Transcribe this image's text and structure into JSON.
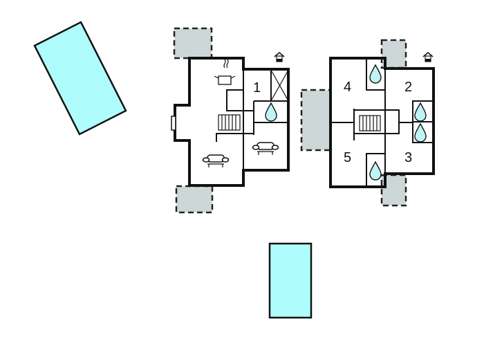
{
  "diagram": {
    "type": "floor-plan",
    "colors": {
      "pool": "#aefcfc",
      "terrace": "#cdd7d8",
      "water_drop": "#bff3f6",
      "wall": "#111111",
      "background": "#ffffff"
    },
    "ground_floor": {
      "rooms": [
        {
          "label": "1",
          "type": "bedroom"
        }
      ],
      "icons": [
        "kitchen-pot-icon",
        "stairs-icon",
        "bathroom-drop-icon",
        "sofa-icon",
        "sofa-icon",
        "storage-cross-icon",
        "house-entrance-icon",
        "fireplace-icon"
      ]
    },
    "upper_floor": {
      "rooms": [
        {
          "label": "2",
          "type": "bedroom"
        },
        {
          "label": "3",
          "type": "bedroom"
        },
        {
          "label": "4",
          "type": "bedroom"
        },
        {
          "label": "5",
          "type": "bedroom"
        }
      ],
      "icons": [
        "stairs-icon",
        "bathroom-drop-icon",
        "bathroom-drop-icon",
        "bathroom-drop-icon",
        "bathroom-drop-icon",
        "house-entrance-icon"
      ]
    },
    "outdoor": {
      "pools": 2,
      "terraces": 5
    }
  }
}
